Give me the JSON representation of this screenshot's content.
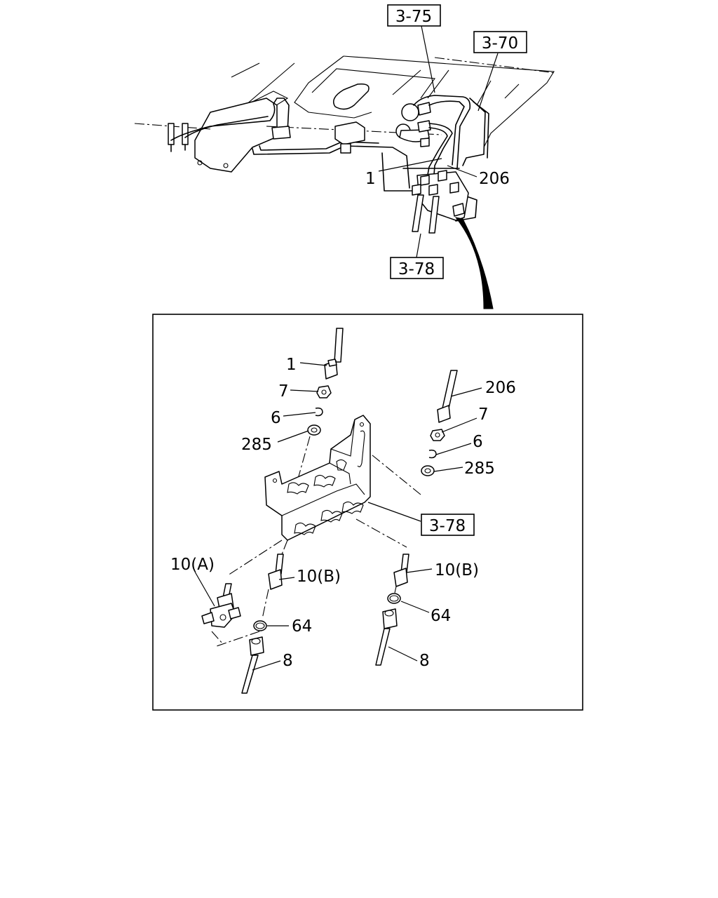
{
  "overview": {
    "ref_boxes": [
      "3-75",
      "3-70",
      "3-78"
    ],
    "callouts": [
      "1",
      "206"
    ]
  },
  "detail": {
    "ref_box": "3-78",
    "callouts": {
      "bolt_left": "1",
      "nut_left": "7",
      "clip_left": "6",
      "washer_left": "285",
      "bolt_right": "206",
      "nut_right": "7",
      "clip_right": "6",
      "washer_right": "285",
      "valve_a": "10(A)",
      "connector_b_left": "10(B)",
      "connector_b_right": "10(B)",
      "oring_left": "64",
      "oring_right": "64",
      "pipe_left": "8",
      "pipe_right": "8"
    }
  }
}
